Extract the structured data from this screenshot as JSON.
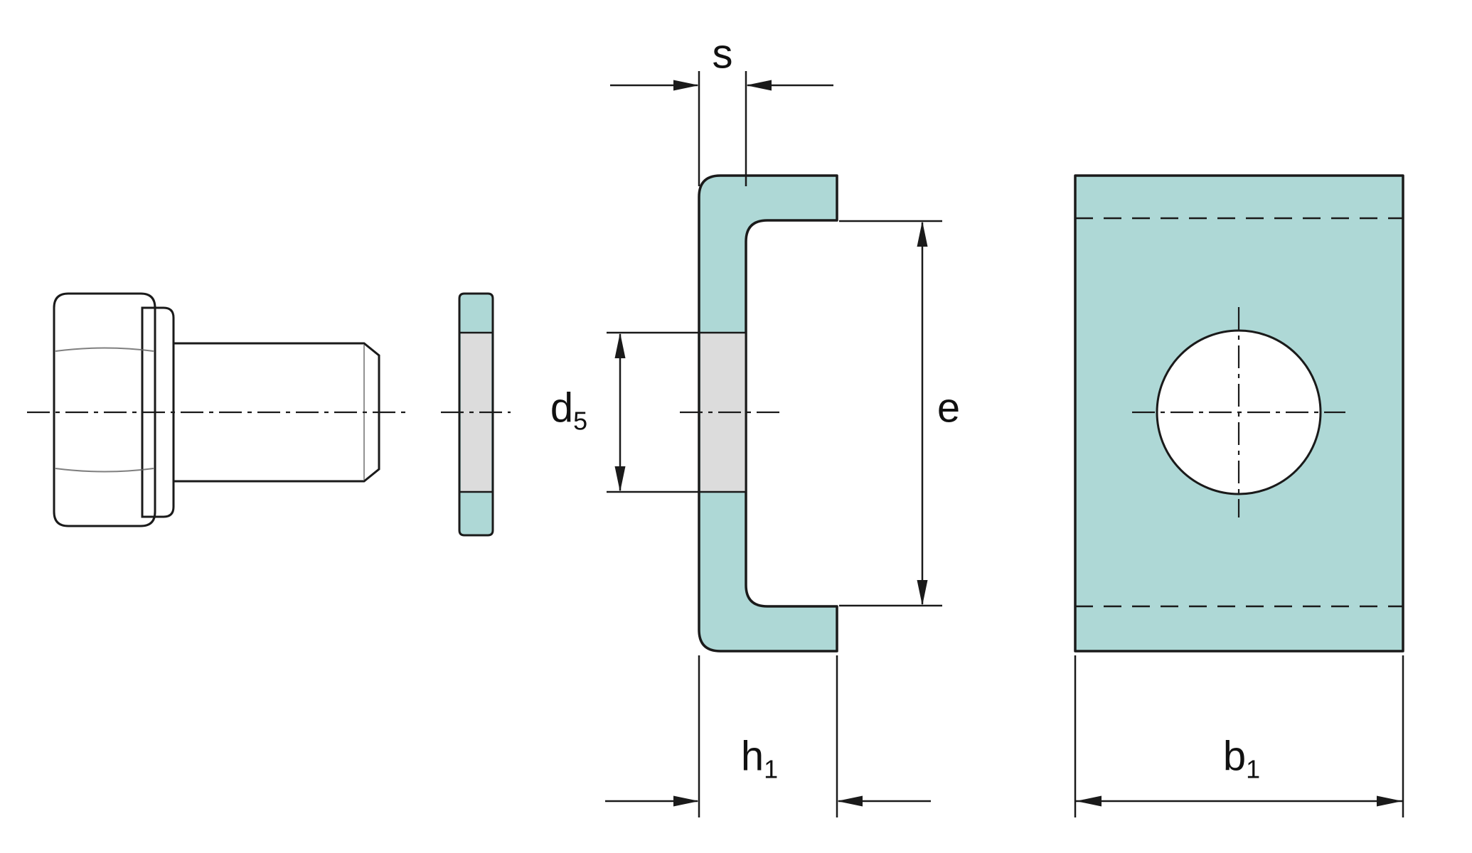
{
  "diagram": {
    "type": "technical-drawing",
    "description": "Hex head bolt, washer side view, clamping plate cross-section and clamping plate front view with dimension callouts",
    "labels": {
      "s": {
        "main": "s",
        "sub": ""
      },
      "d5": {
        "main": "d",
        "sub": "5"
      },
      "e": {
        "main": "e",
        "sub": ""
      },
      "h1": {
        "main": "h",
        "sub": "1"
      },
      "b1": {
        "main": "b",
        "sub": "1"
      }
    },
    "parts": [
      {
        "name": "hex-bolt"
      },
      {
        "name": "washer-side-view"
      },
      {
        "name": "clamping-plate-section"
      },
      {
        "name": "clamping-plate-front-view"
      }
    ],
    "colors": {
      "part_fill": "#aed8d6",
      "hole_fill": "#dcdcdc",
      "outline": "#1a1a1a",
      "background": "#ffffff"
    }
  }
}
